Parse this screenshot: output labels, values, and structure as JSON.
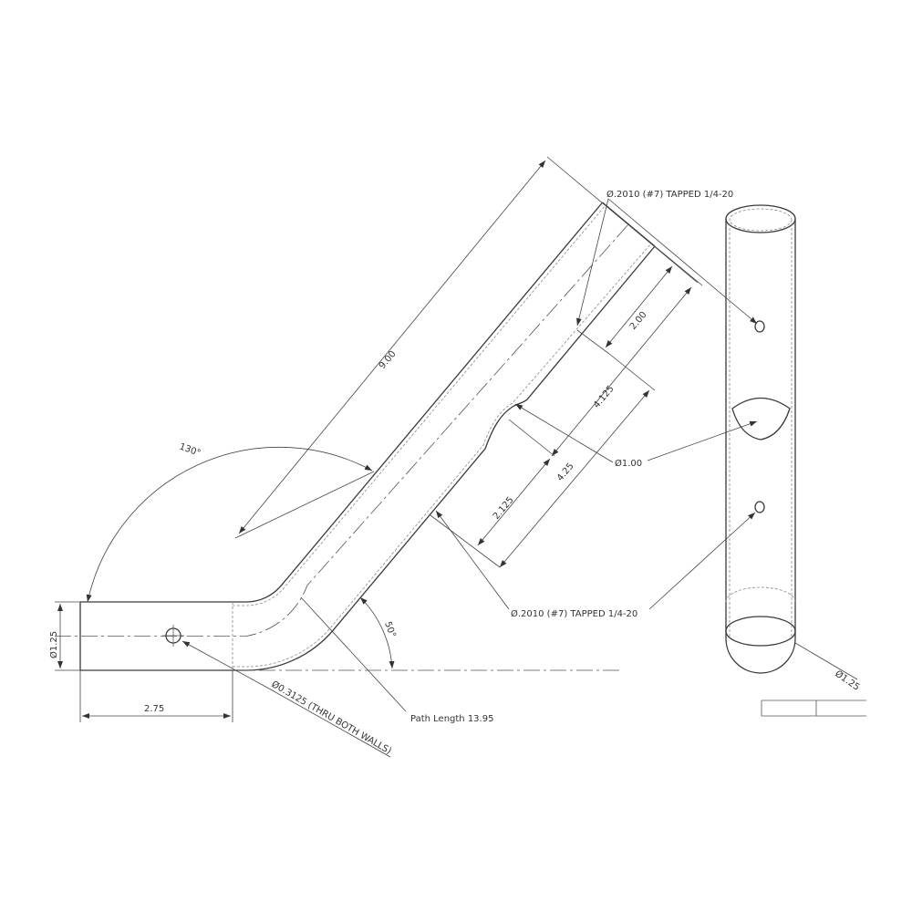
{
  "drawing": {
    "dimensions": {
      "length_9": "9.00",
      "angle_130": "130°",
      "angle_50": "50°",
      "dia_left": "Ø1.25",
      "length_275": "2.75",
      "hole_note": "Ø0.3125 (THRU BOTH WALLS)",
      "path_length": "Path Length 13.95",
      "d_200": "2.00",
      "d_4125": "4.125",
      "d_425": "4.25",
      "d_2125": "2.125",
      "dia_100": "Ø1.00",
      "dia_right": "Ø1.25"
    },
    "callouts": {
      "tapped_top": "Ø.2010 (#7) TAPPED 1/4-20",
      "tapped_bottom": "Ø.2010 (#7) TAPPED 1/4-20"
    }
  }
}
